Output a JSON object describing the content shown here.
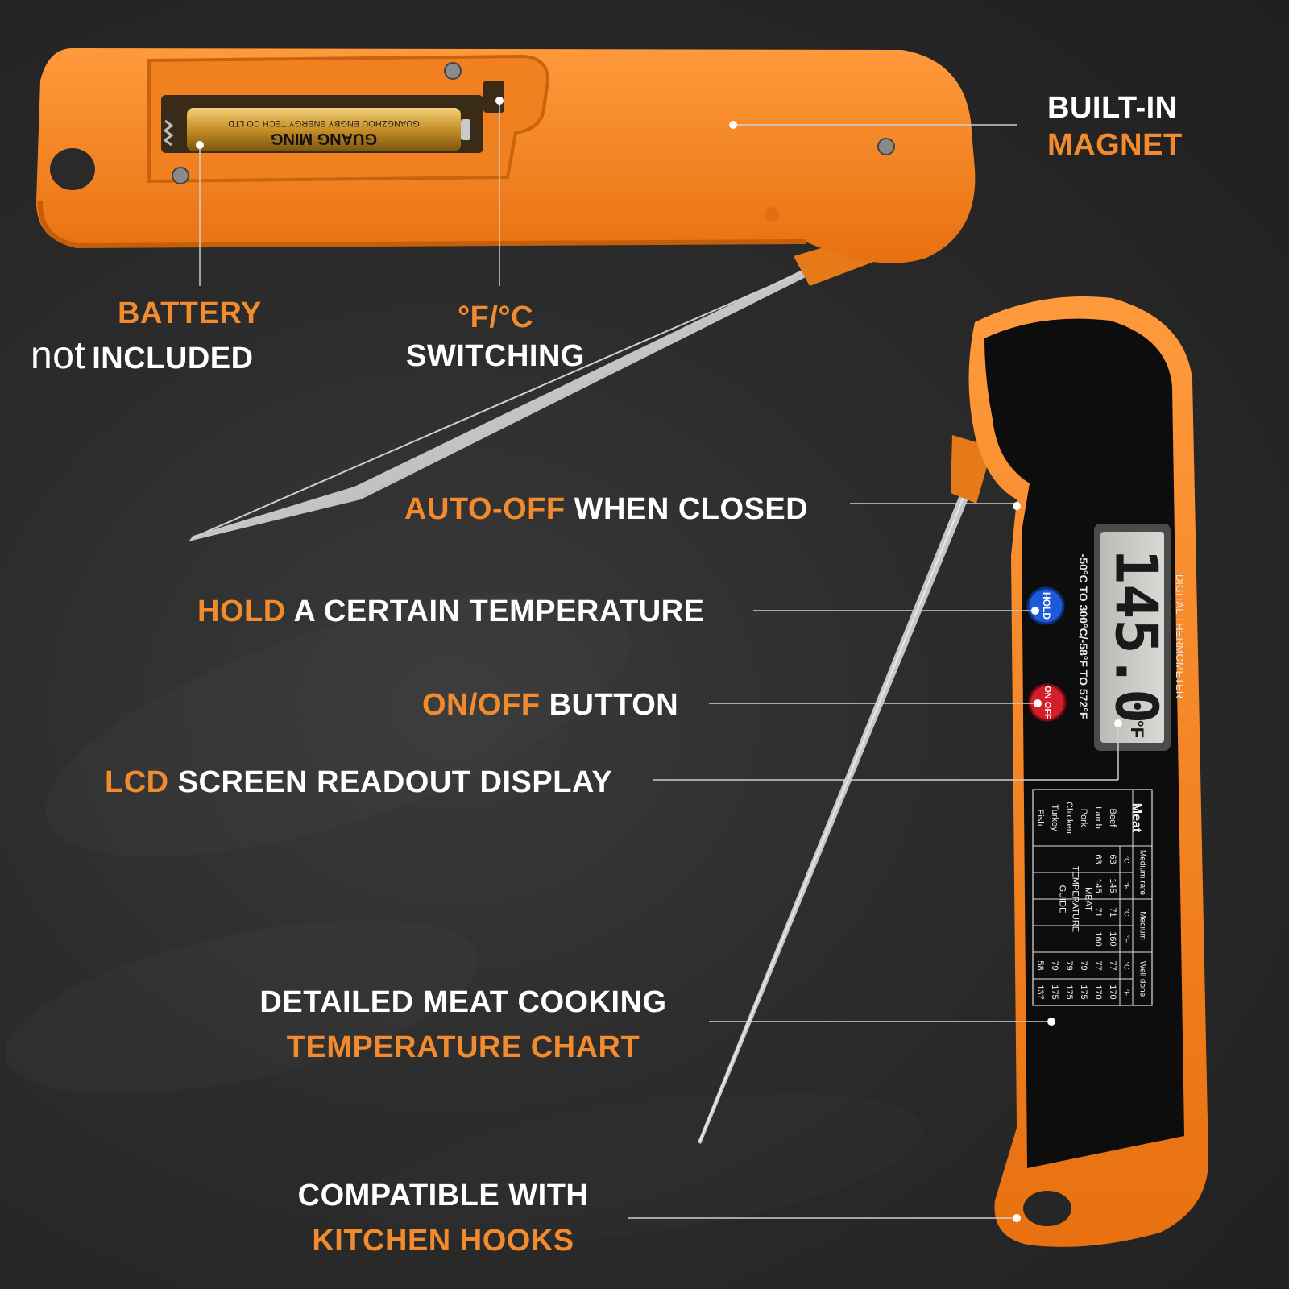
{
  "colors": {
    "accent": "#f28a2e",
    "background": "#262626",
    "body": "#f7821f",
    "face": "#0d0d0d"
  },
  "battery_label": {
    "line1": "BATTERY",
    "line2_prefix": "not",
    "line2_rest": "INCLUDED"
  },
  "switching_label": {
    "line1": "°F/°C",
    "line2": "SWITCHING"
  },
  "magnet_label": {
    "line1": "BUILT-IN",
    "line2": "MAGNET"
  },
  "auto_off_label": {
    "accent": "AUTO-OFF",
    "rest": "WHEN CLOSED"
  },
  "hold_label": {
    "accent": "HOLD",
    "rest": "A CERTAIN TEMPERATURE"
  },
  "onoff_label": {
    "accent": "ON/OFF",
    "rest": "BUTTON"
  },
  "lcd_label": {
    "accent": "LCD",
    "rest": "SCREEN READOUT DISPLAY"
  },
  "chart_label": {
    "line1": "DETAILED MEAT COOKING",
    "line2": "TEMPERATURE CHART"
  },
  "hooks_label": {
    "line1": "COMPATIBLE WITH",
    "line2": "KITCHEN HOOKS"
  },
  "battery_print": {
    "brand": "GUANG MING",
    "maker": "GUANGZHOU ENGBY ENERGY TECH CO LTD"
  },
  "device": {
    "title": "DIGITAL THERMOMETER",
    "range": "-50°C TO 300°C/-58°F TO 572°F",
    "reading": "145.0",
    "unit": "°F",
    "hold_button": "HOLD",
    "onoff_button": "ON OFF"
  },
  "meat_table": {
    "guide_title": [
      "MEAT",
      "TEMPERATURE",
      "GUIDE"
    ],
    "corner": "Meat",
    "doneness": [
      "Medium rare",
      "Medium",
      "Well done"
    ],
    "units": [
      "°C",
      "°F",
      "°C",
      "°F",
      "°C",
      "°F"
    ],
    "rows": [
      {
        "name": "Beef",
        "values": [
          "63",
          "145",
          "71",
          "160",
          "77",
          "170"
        ]
      },
      {
        "name": "Lamb",
        "values": [
          "63",
          "145",
          "71",
          "160",
          "77",
          "170"
        ]
      },
      {
        "name": "Pork",
        "values": [
          "",
          "",
          "",
          "",
          "79",
          "175"
        ]
      },
      {
        "name": "Chicken",
        "values": [
          "",
          "",
          "",
          "",
          "79",
          "175"
        ]
      },
      {
        "name": "Turkey",
        "values": [
          "",
          "",
          "",
          "",
          "79",
          "175"
        ]
      },
      {
        "name": "Fish",
        "values": [
          "",
          "",
          "",
          "",
          "58",
          "137"
        ]
      }
    ]
  }
}
